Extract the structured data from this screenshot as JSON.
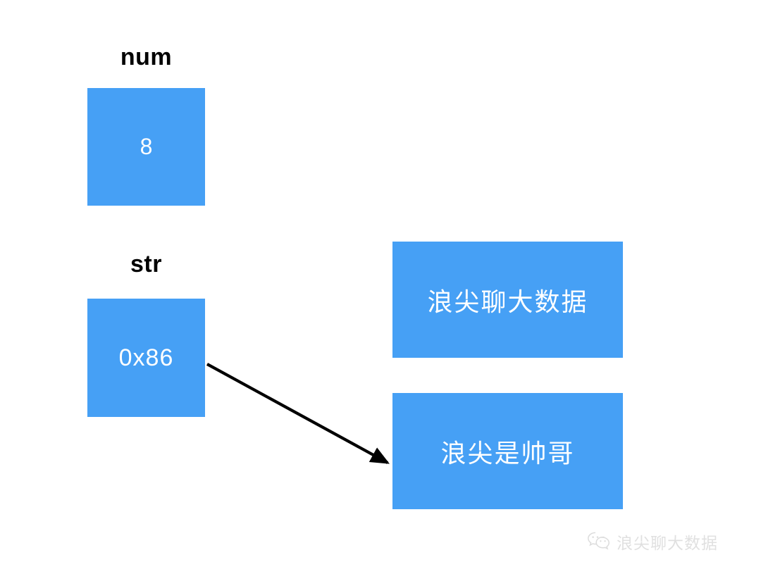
{
  "diagram": {
    "title": "Python variable reference diagram",
    "background_color": "#ffffff",
    "accent_color": "#46a0f5",
    "text_on_accent_color": "#ffffff",
    "label_color": "#000000",
    "arrow_color": "#000000"
  },
  "variables": [
    {
      "name": "num",
      "label": "num",
      "value": "8",
      "kind": "immediate-value"
    },
    {
      "name": "str",
      "label": "str",
      "value": "0x86",
      "kind": "pointer"
    }
  ],
  "heap_objects": [
    {
      "name": "heap-object-1",
      "value": "浪尖聊大数据",
      "referenced": false
    },
    {
      "name": "heap-object-2",
      "value": "浪尖是帅哥",
      "referenced": true
    }
  ],
  "arrow": {
    "name": "pointer-arrow",
    "from": "str",
    "to": "heap-object-2",
    "color": "#000000"
  },
  "watermark": {
    "icon": "wechat-icon",
    "text": "浪尖聊大数据"
  }
}
